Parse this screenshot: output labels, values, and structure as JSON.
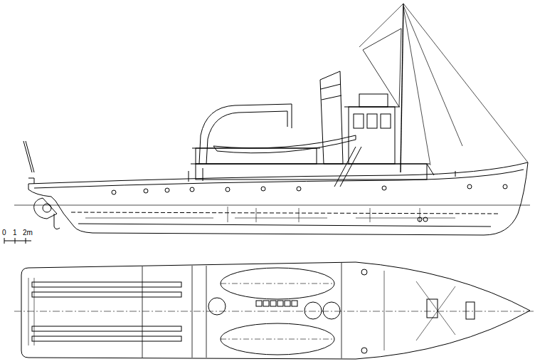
{
  "diagram": {
    "labels": [
      "0",
      "1",
      "2m"
    ]
  }
}
